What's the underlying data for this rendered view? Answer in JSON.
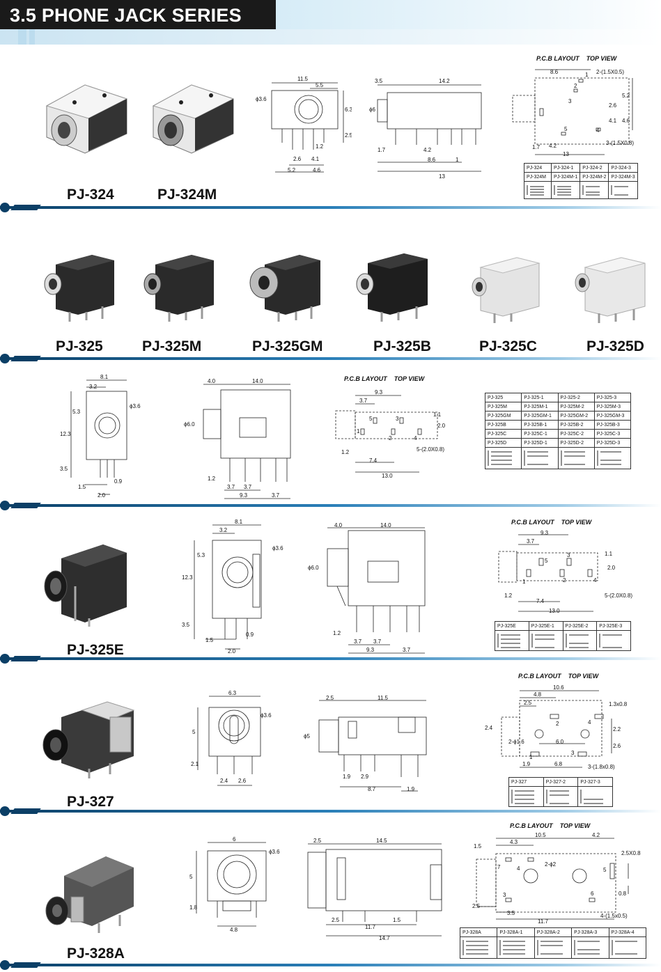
{
  "header": {
    "title": "3.5 PHONE JACK SERIES"
  },
  "colors": {
    "header_bg": "#1a1a1a",
    "accent": "#0b3f66",
    "accent_light": "#2a7fb8"
  },
  "pcb_heading": {
    "layout": "P.C.B LAYOUT",
    "view": "TOP VIEW"
  },
  "sections": {
    "pj324": {
      "labels": [
        "PJ-324",
        "PJ-324M"
      ],
      "front": {
        "d1": "11.5",
        "d2": "5.5",
        "dia": "ϕ3.6",
        "d3": "6.3",
        "d4": "2.5",
        "d5": "1.2",
        "d6": "2.6",
        "d7": "4.1",
        "d8": "5.2",
        "d9": "4.6"
      },
      "side": {
        "d1": "3.5",
        "d2": "14.2",
        "dia": "ϕ6",
        "d3": "1.7",
        "d4": "4.2",
        "d5": "8.6",
        "d6": "1",
        "d7": "13"
      },
      "pcb": {
        "d1": "8.6",
        "d2": "2-(1.5X0.5)",
        "d3": "5.2",
        "d4": "2.6",
        "d5": "4.1",
        "d6": "4.6",
        "d7": "1.7",
        "d8": "4.2",
        "d9": "13",
        "d10": "3-(1.5X0.8)",
        "p1": "1",
        "p2": "2",
        "p3": "3",
        "p4": "4",
        "p5": "5"
      },
      "table": [
        [
          "PJ-324",
          "PJ-324-1",
          "PJ-324-2",
          "PJ-324-3"
        ],
        [
          "PJ-324M",
          "PJ-324M-1",
          "PJ-324M-2",
          "PJ-324M-3"
        ]
      ]
    },
    "pj325": {
      "labels": [
        "PJ-325",
        "PJ-325M",
        "PJ-325GM",
        "PJ-325B",
        "PJ-325C",
        "PJ-325D"
      ],
      "front": {
        "d1": "8.1",
        "d2": "3.2",
        "dia": "ϕ3.6",
        "d3": "5.3",
        "d4": "12.3",
        "d5": "3.5",
        "d6": "1.5",
        "d7": "0.9",
        "d8": "2.0"
      },
      "side": {
        "d1": "4.0",
        "d2": "14.0",
        "dia": "ϕ6.0",
        "d3": "1.2",
        "d4": "3.7",
        "d5": "3.7",
        "d6": "9.3",
        "d7": "3.7"
      },
      "pcb": {
        "d1": "9.3",
        "d2": "3.7",
        "d3": "1.1",
        "d4": "2.0",
        "d5": "1.2",
        "d6": "7.4",
        "d7": "13.0",
        "d8": "5-(2.0X0.8)",
        "p1": "1",
        "p2": "2",
        "p3": "3",
        "p4": "4",
        "p5": "5"
      },
      "table": [
        [
          "PJ-325",
          "PJ-325-1",
          "PJ-325-2",
          "PJ-325-3"
        ],
        [
          "PJ-325M",
          "PJ-325M-1",
          "PJ-325M-2",
          "PJ-325M-3"
        ],
        [
          "PJ-325GM",
          "PJ-325GM-1",
          "PJ-325GM-2",
          "PJ-325GM-3"
        ],
        [
          "PJ-325B",
          "PJ-325B-1",
          "PJ-325B-2",
          "PJ-325B-3"
        ],
        [
          "PJ-325C",
          "PJ-325C-1",
          "PJ-325C-2",
          "PJ-325C-3"
        ],
        [
          "PJ-325D",
          "PJ-325D-1",
          "PJ-325D-2",
          "PJ-325D-3"
        ]
      ]
    },
    "pj325e": {
      "labels": [
        "PJ-325E"
      ],
      "front": {
        "d1": "8.1",
        "d2": "3.2",
        "dia": "ϕ3.6",
        "d3": "5.3",
        "d4": "12.3",
        "d5": "3.5",
        "d6": "1.5",
        "d7": "0.9",
        "d8": "2.0"
      },
      "side": {
        "d1": "4.0",
        "d2": "14.0",
        "dia": "ϕ6.0",
        "d3": "1.2",
        "d4": "3.7",
        "d5": "3.7",
        "d6": "9.3",
        "d7": "3.7"
      },
      "pcb": {
        "d1": "9.3",
        "d2": "3.7",
        "d3": "1.1",
        "d4": "2.0",
        "d5": "1.2",
        "d6": "7.4",
        "d7": "13.0",
        "d8": "5-(2.0X0.8)",
        "p1": "1",
        "p2": "2",
        "p3": "3",
        "p4": "4",
        "p5": "5"
      },
      "table": [
        [
          "PJ-325E",
          "PJ-325E-1",
          "PJ-325E-2",
          "PJ-325E-3"
        ]
      ]
    },
    "pj327": {
      "labels": [
        "PJ-327"
      ],
      "front": {
        "d1": "6.3",
        "dia": "ϕ3.6",
        "d2": "5",
        "d3": "2.1",
        "d4": "2.4",
        "d5": "2.6"
      },
      "side": {
        "d1": "2.5",
        "d2": "11.5",
        "dia": "ϕ5",
        "d3": "1.9",
        "d4": "2.9",
        "d5": "8.7",
        "d6": "1.9"
      },
      "pcb": {
        "d1": "10.6",
        "d2": "4.8",
        "d3": "2.5",
        "d4": "1.3x0.8",
        "d5": "2.4",
        "d6": "2.2",
        "d7": "2-ϕ1.6",
        "d8": "6.0",
        "d9": "2.6",
        "d10": "1.9",
        "d11": "6.8",
        "d12": "3-(1.8x0.8)",
        "p1": "1",
        "p2": "2",
        "p3": "3",
        "p4": "4"
      },
      "table": [
        [
          "PJ-327",
          "PJ-327-2",
          "PJ-327-3"
        ]
      ]
    },
    "pj328a": {
      "labels": [
        "PJ-328A"
      ],
      "front": {
        "d1": "6",
        "dia": "ϕ3.6",
        "d2": "5",
        "d3": "1.8",
        "d4": "4.8"
      },
      "side": {
        "d1": "2.5",
        "d2": "14.5",
        "d3": "2.5",
        "d4": "1.5",
        "d5": "11.7",
        "d6": "14.7"
      },
      "pcb": {
        "d1": "10.5",
        "d2": "4.2",
        "d3": "1.5",
        "d4": "4.3",
        "d5": "2.5X0.8",
        "d6": "2-ϕ2",
        "d7": "0.8",
        "d8": "2.5",
        "d9": "3.5",
        "d10": "11.7",
        "d11": "4-(1.5x0.5)",
        "p1": "7",
        "p2": "4",
        "p3": "3",
        "p4": "6",
        "p5": "5"
      },
      "table": [
        [
          "PJ-328A",
          "PJ-328A-1",
          "PJ-328A-2",
          "PJ-328A-3",
          "PJ-328A-4"
        ]
      ]
    }
  }
}
